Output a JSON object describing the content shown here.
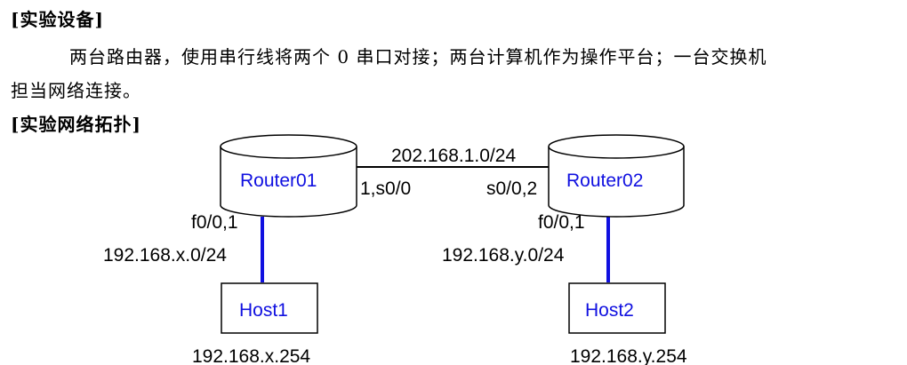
{
  "section_equipment": {
    "heading": "[实验设备]",
    "paragraph_line1": "两台路由器，使用串行线将两个 0 串口对接；两台计算机作为操作平台；一台交换机",
    "paragraph_line2": "担当网络连接。"
  },
  "section_topology": {
    "heading": "[实验网络拓扑]"
  },
  "diagram": {
    "router1": {
      "name": "Router01",
      "serial_label": "1,s0/0",
      "eth_label": "f0/0,1",
      "lan": "192.168.x.0/24"
    },
    "router2": {
      "name": "Router02",
      "serial_label": "s0/0,2",
      "eth_label": "f0/0,1",
      "lan": "192.168.y.0/24"
    },
    "wan_network": "202.168.1.0/24",
    "host1": {
      "name": "Host1",
      "ip": "192.168.x.254"
    },
    "host2": {
      "name": "Host2",
      "ip": "192.168.y.254"
    },
    "colors": {
      "node_text": "#1010e0",
      "lan_link": "#1010e0",
      "serial_link": "#000000"
    }
  }
}
